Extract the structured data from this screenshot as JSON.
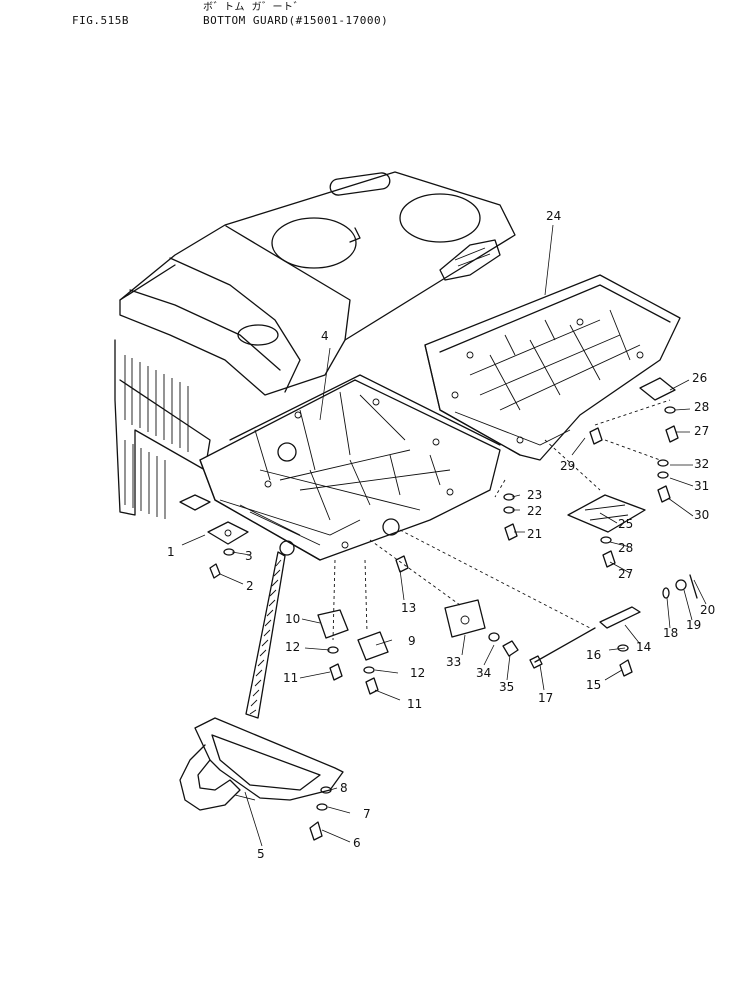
{
  "header": {
    "figure_id": "FIG.515B",
    "title_kana": "ボ゛トム ガ゛ート゛",
    "title": "BOTTOM GUARD(#15001-17000)"
  },
  "callouts": [
    "1",
    "2",
    "3",
    "4",
    "5",
    "6",
    "7",
    "8",
    "9",
    "10",
    "11",
    "11",
    "12",
    "12",
    "13",
    "14",
    "15",
    "16",
    "17",
    "18",
    "19",
    "20",
    "21",
    "22",
    "23",
    "24",
    "25",
    "26",
    "27",
    "27",
    "28",
    "28",
    "29",
    "30",
    "31",
    "32",
    "33",
    "34",
    "35"
  ]
}
